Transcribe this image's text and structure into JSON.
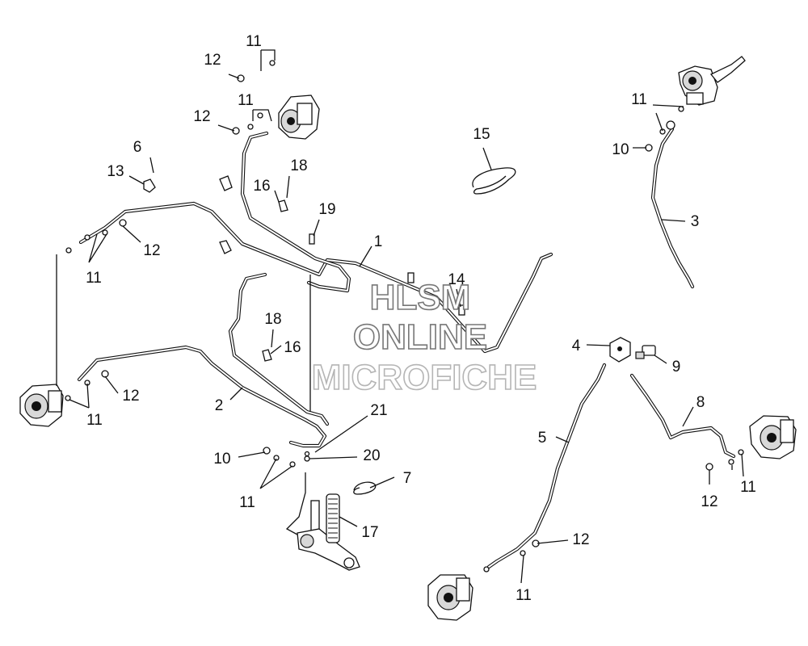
{
  "watermark": {
    "line1": "HLSM",
    "line2": "ONLINE",
    "line3": "MICROFICHE"
  },
  "callouts": [
    {
      "id": "c1",
      "text": "11"
    },
    {
      "id": "c2",
      "text": "12"
    },
    {
      "id": "c3",
      "text": "11"
    },
    {
      "id": "c4",
      "text": "12"
    },
    {
      "id": "c5",
      "text": "6"
    },
    {
      "id": "c6",
      "text": "13"
    },
    {
      "id": "c7",
      "text": "18"
    },
    {
      "id": "c8",
      "text": "16"
    },
    {
      "id": "c9",
      "text": "19"
    },
    {
      "id": "c10",
      "text": "1"
    },
    {
      "id": "c11",
      "text": "12"
    },
    {
      "id": "c12",
      "text": "11"
    },
    {
      "id": "c13",
      "text": "15"
    },
    {
      "id": "c14",
      "text": "11"
    },
    {
      "id": "c15",
      "text": "10"
    },
    {
      "id": "c16",
      "text": "3"
    },
    {
      "id": "c17",
      "text": "14"
    },
    {
      "id": "c18",
      "text": "18"
    },
    {
      "id": "c19",
      "text": "16"
    },
    {
      "id": "c20",
      "text": "12"
    },
    {
      "id": "c21",
      "text": "11"
    },
    {
      "id": "c22",
      "text": "2"
    },
    {
      "id": "c23",
      "text": "4"
    },
    {
      "id": "c24",
      "text": "9"
    },
    {
      "id": "c25",
      "text": "8"
    },
    {
      "id": "c26",
      "text": "5"
    },
    {
      "id": "c27",
      "text": "21"
    },
    {
      "id": "c28",
      "text": "10"
    },
    {
      "id": "c29",
      "text": "20"
    },
    {
      "id": "c30",
      "text": "7"
    },
    {
      "id": "c31",
      "text": "11"
    },
    {
      "id": "c32",
      "text": "17"
    },
    {
      "id": "c33",
      "text": "12"
    },
    {
      "id": "c34",
      "text": "11"
    },
    {
      "id": "c35",
      "text": "12"
    },
    {
      "id": "c36",
      "text": "11"
    }
  ]
}
